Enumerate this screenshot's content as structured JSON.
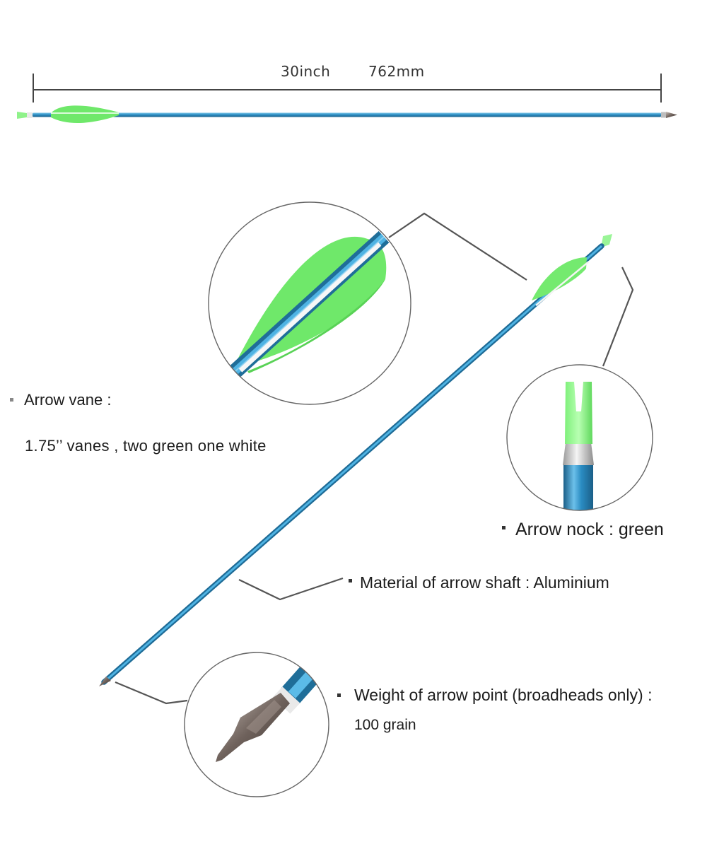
{
  "dimension": {
    "length_inch": "30inch",
    "length_mm": "762mm"
  },
  "annotations": {
    "vane": {
      "title": "Arrow  vane :",
      "detail": "1.75’’ vanes , two green one white"
    },
    "nock": {
      "text": "Arrow nock : green"
    },
    "shaft": {
      "text": "Material of arrow shaft : Aluminium"
    },
    "point": {
      "title": "Weight of arrow point (broadheads only) :",
      "detail": "100 grain"
    }
  },
  "colors": {
    "shaft": "#2b8fc4",
    "shaft_dark": "#1f6e99",
    "vane_green": "#6fe86a",
    "vane_white": "#f2f7f4",
    "leader": "#555555",
    "circle": "#666666",
    "tip_metal": "#8a7e78"
  },
  "icons": [
    "bullet-square-icon"
  ]
}
